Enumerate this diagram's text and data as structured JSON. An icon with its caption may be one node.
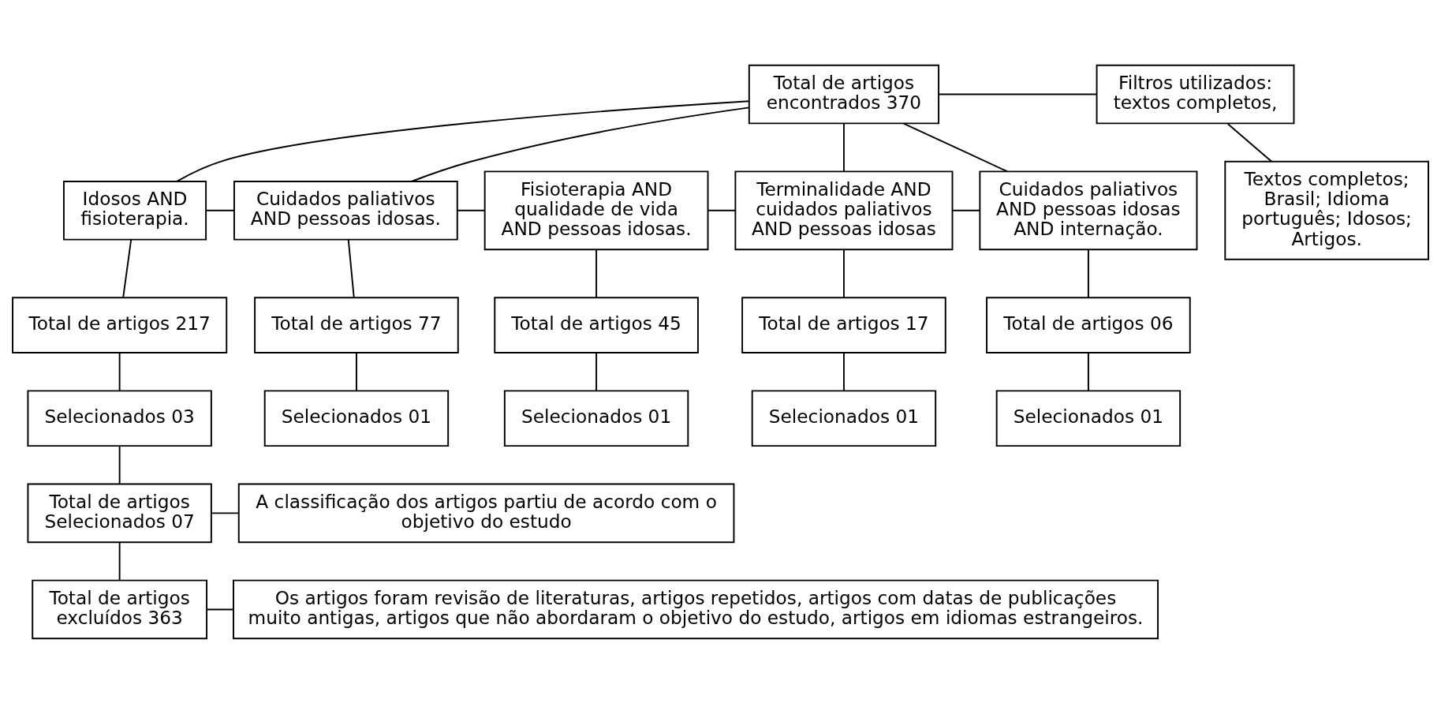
{
  "diagram": {
    "nodes": [
      {
        "text": [
          "Total de artigos encontrados 370"
        ]
      },
      {
        "text": [
          "Filtros utilizados: textos completos,"
        ]
      },
      {
        "text": [
          "Textos completos; Brasil; Idioma português; Idosos; Artigos."
        ]
      },
      {
        "text": [
          "Idosos AND fisioterapia."
        ]
      },
      {
        "text": [
          "Cuidados paliativos AND pessoas idosas."
        ]
      },
      {
        "text": [
          "Fisioterapia AND qualidade de vida AND pessoas idosas."
        ]
      },
      {
        "text": [
          "Terminalidade AND cuidados paliativos AND pessoas idosas"
        ]
      },
      {
        "text": [
          "Cuidados paliativos AND pessoas idosas AND internação."
        ]
      },
      {
        "text": [
          "Total de artigos 217"
        ]
      },
      {
        "text": [
          "Total de artigos 77"
        ]
      },
      {
        "text": [
          "Total de artigos 45"
        ]
      },
      {
        "text": [
          "Total de artigos 17"
        ]
      },
      {
        "text": [
          "Total de artigos 06"
        ]
      },
      {
        "text": [
          "Selecionados 03"
        ]
      },
      {
        "text": [
          "Selecionados 01"
        ]
      },
      {
        "text": [
          "Selecionados 01"
        ]
      },
      {
        "text": [
          "Selecionados 01"
        ]
      },
      {
        "text": [
          "Selecionados 01"
        ]
      },
      {
        "text": [
          "Total de artigos Selecionados 07"
        ]
      },
      {
        "text": [
          "A classificação dos artigos partiu de acordo com o objetivo do estudo"
        ]
      },
      {
        "text": [
          "Total de artigos excluídos 363"
        ]
      },
      {
        "text": [
          "Os artigos foram revisão de literaturas, artigos repetidos, artigos com datas de publicações muito antigas, artigos que não abordaram o objetivo do estudo, artigos em idiomas estrangeiros."
        ]
      }
    ],
    "edges": [
      {
        "from": 0,
        "to": 1,
        "arrow": "none"
      },
      {
        "from": 1,
        "to": 2,
        "arrow": "none"
      },
      {
        "from": 0,
        "to": 3,
        "arrow": "none"
      },
      {
        "from": 0,
        "to": 4,
        "arrow": "none"
      },
      {
        "from": 0,
        "to": 6,
        "arrow": "none"
      },
      {
        "from": 0,
        "to": 7,
        "arrow": "none"
      },
      {
        "from": 3,
        "to": 4,
        "arrow": "none"
      },
      {
        "from": 4,
        "to": 5,
        "arrow": "none"
      },
      {
        "from": 5,
        "to": 6,
        "arrow": "none"
      },
      {
        "from": 6,
        "to": 7,
        "arrow": "none"
      },
      {
        "from": 3,
        "to": 8,
        "arrow": "none"
      },
      {
        "from": 4,
        "to": 9,
        "arrow": "none"
      },
      {
        "from": 5,
        "to": 10,
        "arrow": "none"
      },
      {
        "from": 6,
        "to": 11,
        "arrow": "none"
      },
      {
        "from": 7,
        "to": 12,
        "arrow": "none"
      },
      {
        "from": 8,
        "to": 13,
        "arrow": "none"
      },
      {
        "from": 9,
        "to": 14,
        "arrow": "none"
      },
      {
        "from": 10,
        "to": 15,
        "arrow": "none"
      },
      {
        "from": 11,
        "to": 16,
        "arrow": "none"
      },
      {
        "from": 12,
        "to": 17,
        "arrow": "none"
      },
      {
        "from": 13,
        "to": 18,
        "arrow": "none"
      },
      {
        "from": 18,
        "to": 19,
        "arrow": "none"
      },
      {
        "from": 18,
        "to": 20,
        "arrow": "none"
      },
      {
        "from": 20,
        "to": 21,
        "arrow": "none"
      }
    ]
  }
}
